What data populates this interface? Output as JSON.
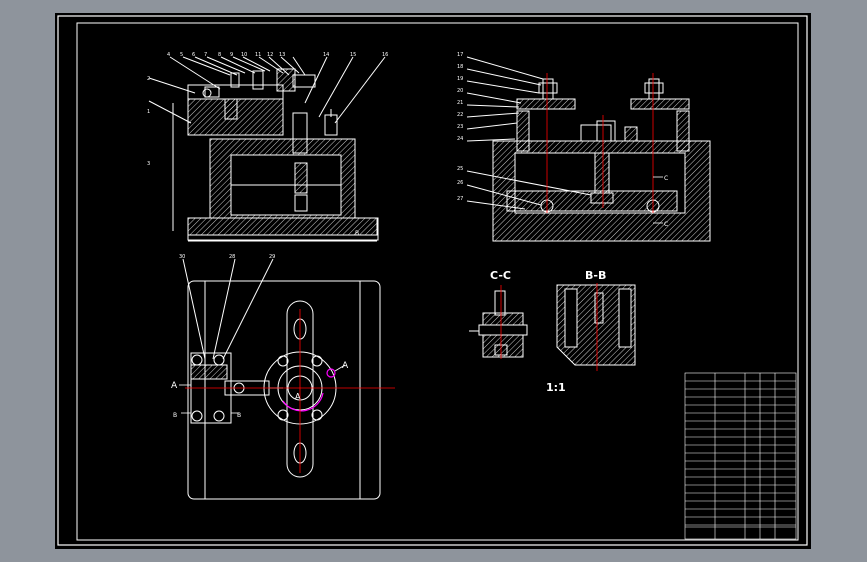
{
  "colors": {
    "background": "#8e949c",
    "sheet": "#000000",
    "line": "#ffffff",
    "centerline": "#ff0000",
    "highlight": "#ff00ff"
  },
  "section_labels": {
    "cc": "C-C",
    "bb": "B-B",
    "scale": "1:1"
  },
  "view_markers": {
    "a_left": "A",
    "a_right": "A",
    "a_center": "A",
    "b_left": "B",
    "b_right": "B",
    "c_top": "C",
    "c_bottom": "C",
    "b_front": "B"
  },
  "balloons": {
    "front": [
      "1",
      "2",
      "3",
      "4",
      "5",
      "6",
      "7",
      "8",
      "9",
      "10",
      "11",
      "12",
      "13",
      "14",
      "15",
      "16"
    ],
    "side": [
      "17",
      "18",
      "19",
      "20",
      "21",
      "22",
      "23",
      "24",
      "25",
      "26",
      "27"
    ],
    "plan": [
      "28",
      "29",
      "30"
    ]
  }
}
